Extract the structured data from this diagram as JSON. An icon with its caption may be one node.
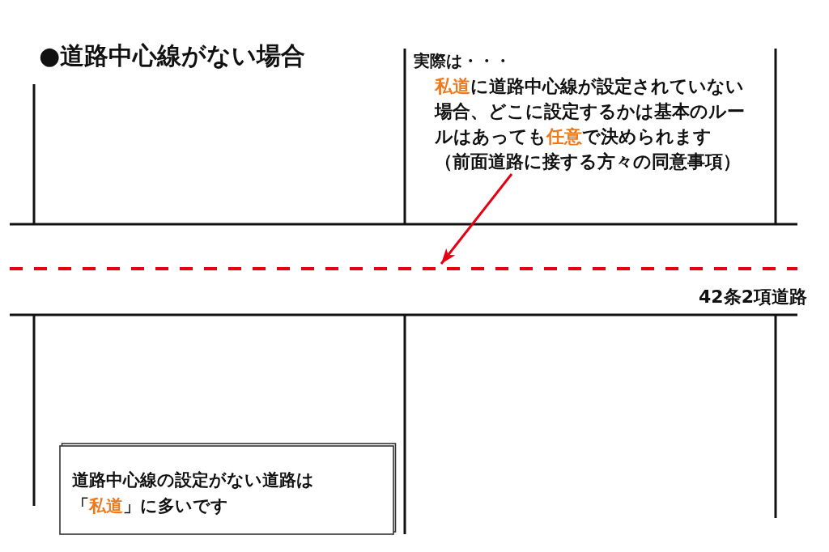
{
  "diagram": {
    "title": "●道路中心線がない場合",
    "nodes": [
      {
        "text": [
          "実際は・・・",
          "**私道**に道路中心線が設定されていない場合、どこに設定するかは基本のルールはあっても**任意**で決められます",
          "（前面道路に接する方々の同意事項）"
        ]
      },
      {
        "text": [],
        "shape": "line"
      },
      {
        "text": [
          "道路中心線の設定がない道路は「**私道**」に多いです"
        ]
      }
    ],
    "edges": [
      {
        "from": 0,
        "to": 1,
        "arrow": "to",
        "color": "#e60012"
      }
    ],
    "labels": [
      "42条2項道路"
    ]
  }
}
